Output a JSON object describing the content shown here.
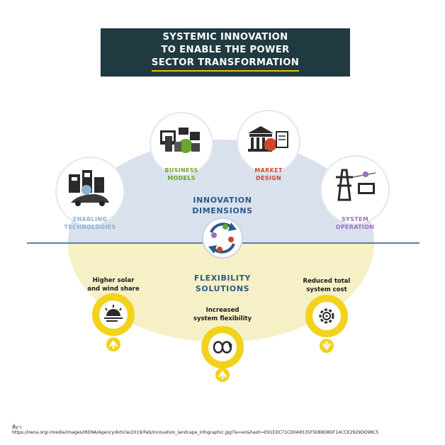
{
  "header": {
    "title_lines": [
      "SYSTEMIC INNOVATION",
      "TO ENABLE THE POWER",
      "SECTOR TRANSFORMATION"
    ]
  },
  "dimensions": {
    "center_label_lines": [
      "INNOVATION",
      "DIMENSIONS"
    ],
    "items": [
      {
        "label_lines": [
          "ENABLING",
          "TECHNOLOGIES"
        ],
        "color": "#8fb3cf",
        "icon": "batteries-ev-icon"
      },
      {
        "label_lines": [
          "BUSINESS",
          "MODELS"
        ],
        "color": "#6aa62e",
        "icon": "business-devices-icon"
      },
      {
        "label_lines": [
          "MARKET",
          "DESIGN"
        ],
        "color": "#d0452e",
        "icon": "market-building-icon"
      },
      {
        "label_lines": [
          "SYSTEM",
          "OPERATION"
        ],
        "color": "#9b6fc0",
        "icon": "transmission-tower-icon"
      }
    ]
  },
  "flexibility": {
    "label_lines": [
      "FLEXIBILITY",
      "SOLUTIONS"
    ],
    "icon": "cycle-arrows-icon"
  },
  "outcomes": [
    {
      "label_lines": [
        "Higher solar",
        "and wind share"
      ],
      "icon": "sun-wind-icon",
      "arrow": "up"
    },
    {
      "label_lines": [
        "Increased",
        "system flexibility"
      ],
      "icon": "flex-loop-icon",
      "arrow": "up"
    },
    {
      "label_lines": [
        "Reduced total",
        "system cost"
      ],
      "icon": "gear-coin-icon",
      "arrow": "down"
    }
  ],
  "source": {
    "label": "ที่มา:",
    "url": "https://irena.org/-/media/Images/IRENA/Agency/Article/2019/Feb/Innovation_landcape_infographic.jpg?la=en&hash=E91EDC71CD0A9535F5E88D8DF14CCE2929DD98C5"
  },
  "colors": {
    "navy": "#1f3a40",
    "underline": "#e6c200",
    "upper_ellipse": "#d9e1ec",
    "lower_ellipse": "#f6f0c6",
    "divider": "#5b7fa6",
    "outcome_yellow": "#f2d21b",
    "center_text": "#2b5a8a"
  }
}
